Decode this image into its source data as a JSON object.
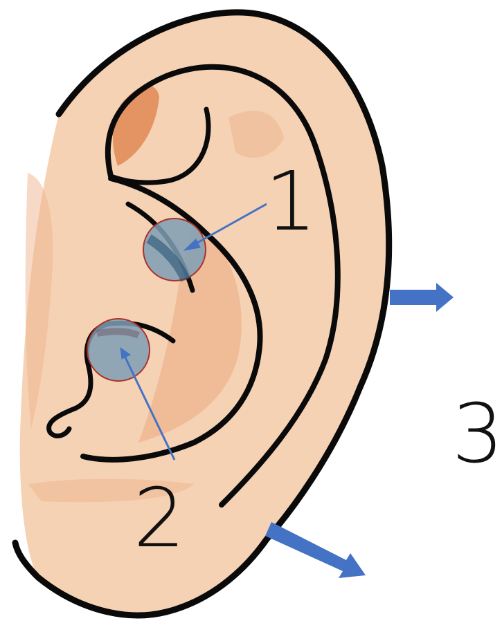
{
  "labels": {
    "label_1": "1",
    "label_2": "2",
    "label_3": "3"
  },
  "colors": {
    "skin": "#F6D2B5",
    "skin_shadow": "#EDB48E",
    "skin_dark": "#E08A55",
    "outline": "#0A0A0A",
    "marker_fill": "#7F9FB5",
    "marker_ring": "#A8322A",
    "arrow": "#4472C4"
  }
}
